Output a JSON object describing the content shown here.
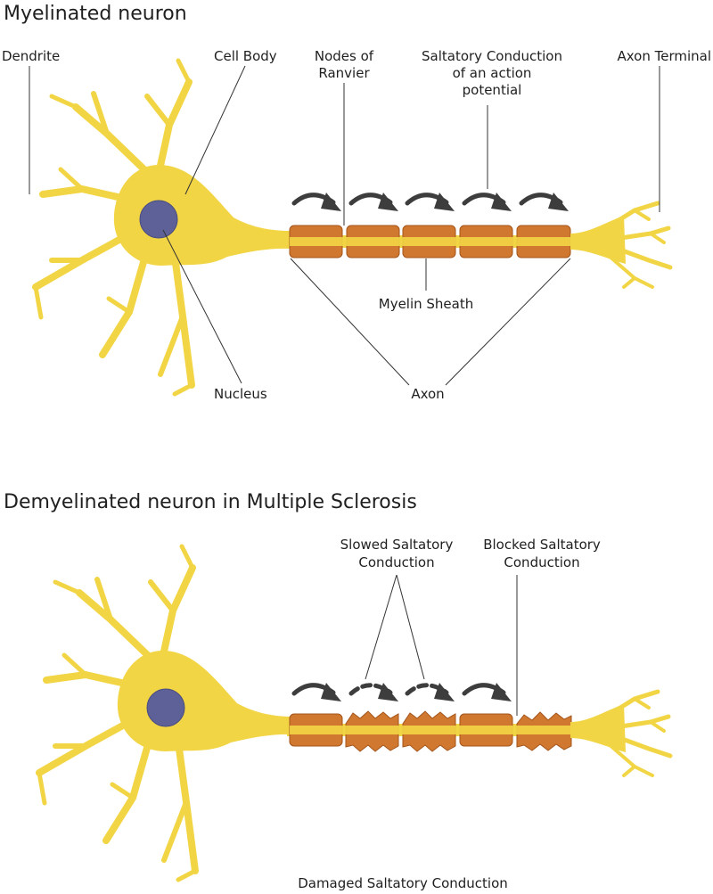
{
  "top": {
    "title": "Myelinated neuron",
    "labels": {
      "dendrite": "Dendrite",
      "cell_body": "Cell Body",
      "nodes_line1": "Nodes of",
      "nodes_line2": "Ranvier",
      "saltatory_line1": "Saltatory Conduction",
      "saltatory_line2": "of an action",
      "saltatory_line3": "potential",
      "axon_terminal": "Axon Terminal",
      "myelin_sheath": "Myelin Sheath",
      "nucleus": "Nucleus",
      "axon": "Axon"
    }
  },
  "bottom": {
    "title": "Demyelinated neuron in Multiple Sclerosis",
    "labels": {
      "slowed_line1": "Slowed Saltatory",
      "slowed_line2": "Conduction",
      "blocked_line1": "Blocked Saltatory",
      "blocked_line2": "Conduction",
      "damaged": "Damaged Saltatory Conduction"
    }
  },
  "colors": {
    "neuron": "#f2d545",
    "myelin": "#d0782f",
    "nucleus": "#5d6198",
    "arrow": "#3d3d3d"
  }
}
